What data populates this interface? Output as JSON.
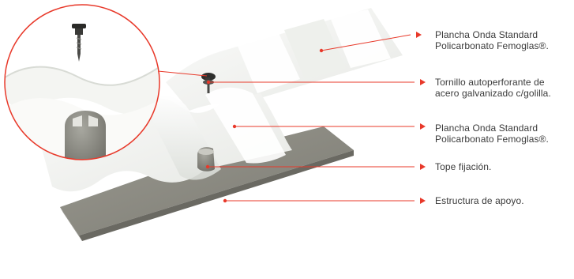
{
  "colors": {
    "accent": "#e8392a",
    "text": "#3a3a3a",
    "structure": "#8f8e86",
    "sheet": "#f3f4f1"
  },
  "icons": {
    "callout_arrow": "red-arrowhead",
    "screw": "self-drilling-screw"
  },
  "labels": [
    {
      "line1": "Plancha Onda Standard",
      "line2": "Policarbonato Femoglas®."
    },
    {
      "line1": "Tornillo autoperforante de",
      "line2": "acero galvanizado c/golilla."
    },
    {
      "line1": "Plancha Onda Standard",
      "line2": "Policarbonato Femoglas®."
    },
    {
      "line1": "Tope fijación.",
      "line2": ""
    },
    {
      "line1": "Estructura de apoyo.",
      "line2": ""
    }
  ]
}
